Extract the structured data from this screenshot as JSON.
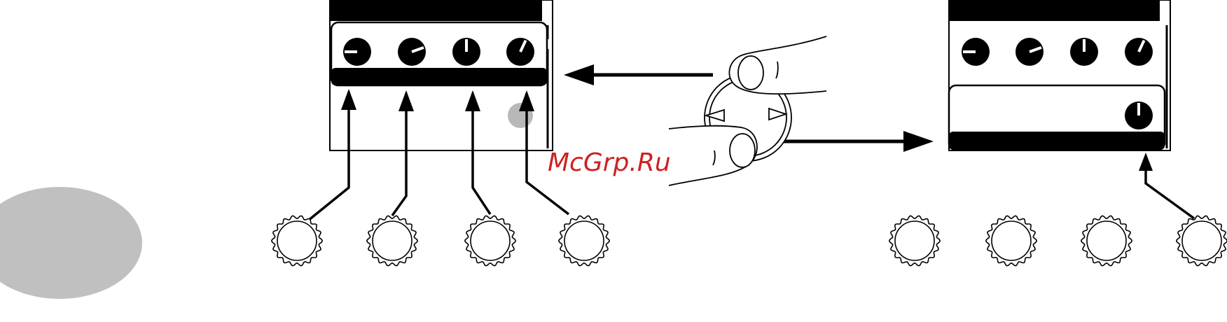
{
  "watermark": {
    "text": "McGrp.Ru",
    "color": "#cc2222"
  },
  "colors": {
    "ink": "#000000",
    "paper": "#ffffff",
    "shade": "#c0c0c0",
    "led": "#b8b8b8"
  },
  "panels": [
    {
      "id": "left",
      "dials": [
        {
          "name": "dial-1",
          "pointer_deg": 270
        },
        {
          "name": "dial-2",
          "pointer_deg": 70
        },
        {
          "name": "dial-3",
          "pointer_deg": 0
        },
        {
          "name": "dial-4",
          "pointer_deg": 25
        }
      ],
      "led": true
    },
    {
      "id": "right",
      "dials": [
        {
          "name": "dial-1",
          "pointer_deg": 270
        },
        {
          "name": "dial-2",
          "pointer_deg": 70
        },
        {
          "name": "dial-3",
          "pointer_deg": 0
        },
        {
          "name": "dial-4",
          "pointer_deg": 25
        },
        {
          "name": "dial-lower",
          "pointer_deg": 0
        }
      ]
    }
  ],
  "knobs": {
    "left_count": 4,
    "right_count": 4
  },
  "icons": {
    "hand": "hand-pressing-rotary-icon",
    "arrow_left": "arrow-left-icon",
    "arrow_right": "arrow-right-icon"
  }
}
